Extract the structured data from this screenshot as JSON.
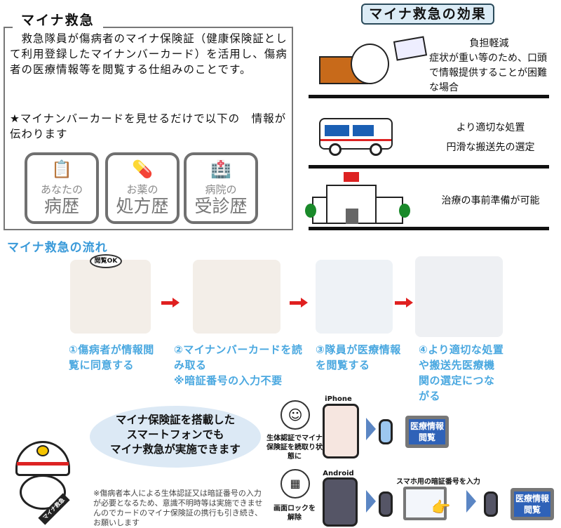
{
  "about": {
    "title": "マイナ救急",
    "description": "　救急隊員が傷病者のマイナ保険証（健康保険証として利用登録したマイナンバーカード）を活用し、傷病者の医療情報等を閲覧する仕組みのことです。",
    "note": "★マイナンバーカードを見せるだけで以下の　情報が伝わります",
    "cards": [
      {
        "small": "あなたの",
        "large": "病歴",
        "icon": "clipboard-icon"
      },
      {
        "small": "お薬の",
        "large": "処方歴",
        "icon": "pills-icon"
      },
      {
        "small": "病院の",
        "large": "受診歴",
        "icon": "hospital-icon"
      }
    ]
  },
  "effects": {
    "title": "マイナ救急の効果",
    "rows": [
      {
        "heading": "負担軽減",
        "text": "症状が重い等のため、口頭で情報提供することが困難な場合"
      },
      {
        "heading": "より適切な処置",
        "text": "円滑な搬送先の選定"
      },
      {
        "heading": "",
        "text": "治療の事前準備が可能"
      }
    ]
  },
  "flow": {
    "title": "マイナ救急の流れ",
    "bubble": "閲覧OK",
    "steps": [
      {
        "text": "①傷病者が情報閲覧に同意する"
      },
      {
        "text": "②マイナンバーカードを読み取る",
        "sub": "※暗証番号の入力不要"
      },
      {
        "text": "③隊員が医療情報を閲覧する"
      },
      {
        "text": "④より適切な処置や搬送先医療機関の選定につながる"
      }
    ]
  },
  "smartphone": {
    "message": [
      "マイナ保険証を搭載した",
      "スマートフォンでも",
      "マイナ救急が実施できます"
    ],
    "note": "※傷病者本人による生体認証又は暗証番号の入力が必要となるため、意識不明時等は実施できませんのでカードのマイナ保険証の携行も引き続き、お願いします",
    "badge": "マイナ救急",
    "iphone": {
      "label": "iPhone",
      "caption": "生体認証でマイナ保険証を読取り状態に",
      "screen": "医療情報閲覧"
    },
    "android": {
      "label": "Android",
      "caption": "画面ロックを解除",
      "pin_label": "スマホ用の暗証番号を入力",
      "screen": "医療情報閲覧"
    }
  },
  "colors": {
    "flow_blue": "#3a9ad9",
    "caption_blue": "#4aa8e0",
    "arrow_red": "#e02020",
    "tablet_blue": "#2f62b8"
  }
}
